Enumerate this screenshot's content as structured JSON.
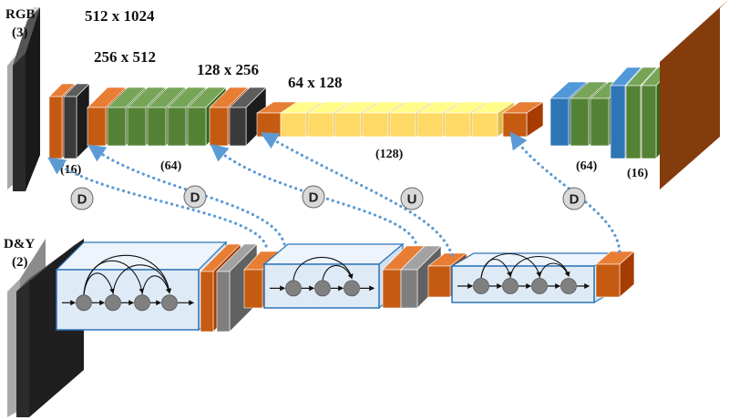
{
  "inputs": {
    "rgb_label": "RGB",
    "rgb_channels": "(3)",
    "dy_label": "D&Y",
    "dy_channels": "(2)"
  },
  "resolutions": [
    "512 x 1024",
    "256 x 512",
    "128 x 256",
    "64 x 128"
  ],
  "channel_counts": {
    "encoder_16": "(16)",
    "encoder_64": "(64)",
    "encoder_128": "(128)",
    "decoder_64": "(64)",
    "decoder_16": "(16)"
  },
  "connection_badges": [
    "D",
    "D",
    "D",
    "U",
    "D"
  ],
  "colors": {
    "input_dark": "#2b2b2b",
    "input_gray": "#a9a9a9",
    "orange": "#c55a11",
    "dark_block": "#3a3a3a",
    "green": "#548235",
    "yellow": "#ffd966",
    "blue": "#2e75b6",
    "brown": "#843c0c",
    "gray_block": "#7f7f7f",
    "panel_fill": "#deebf7",
    "panel_stroke": "#2e75b6",
    "dotted_arrow": "#5b9bd5",
    "badge_fill": "#d9d9d9"
  }
}
